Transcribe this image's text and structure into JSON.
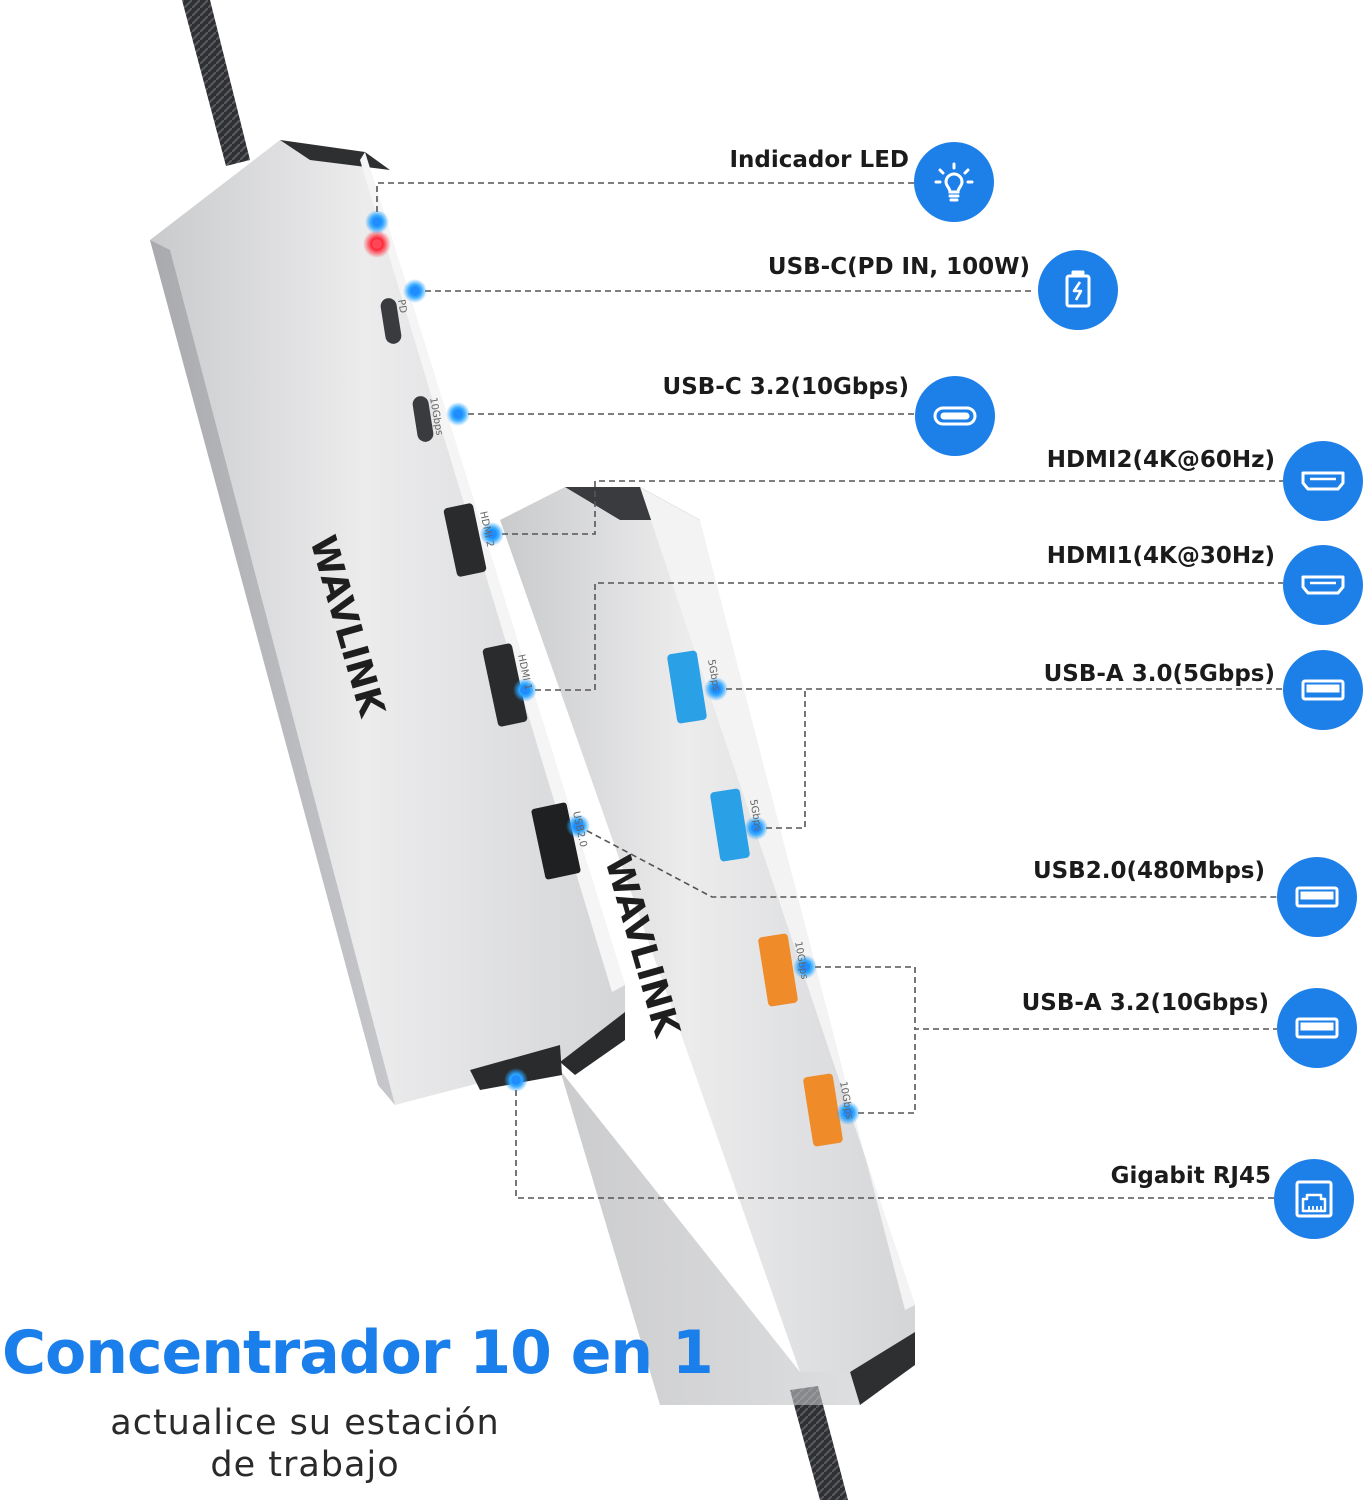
{
  "headline": "Concentrador 10 en 1",
  "subline": {
    "line1": "actualice su estación",
    "line2": "de trabajo"
  },
  "brand": "WAVLINK",
  "port_marks": {
    "pd": "PD",
    "c10": "10Gbps",
    "hdmi2": "HDMI 2",
    "hdmi1": "HDMI 1",
    "usb20": "USB2.0",
    "a5_1": "5Gbps",
    "a5_2": "5Gbps",
    "a10_1": "10Gbps",
    "a10_2": "10Gbps"
  },
  "features": [
    {
      "id": "led",
      "label": "Indicador LED",
      "icon": "lightbulb-icon"
    },
    {
      "id": "pd",
      "label": "USB-C(PD IN, 100W)",
      "icon": "battery-charge-icon"
    },
    {
      "id": "usbc",
      "label": "USB-C 3.2(10Gbps)",
      "icon": "usb-c-icon"
    },
    {
      "id": "hdmi2",
      "label": "HDMI2(4K@60Hz)",
      "icon": "hdmi-icon"
    },
    {
      "id": "hdmi1",
      "label": "HDMI1(4K@30Hz)",
      "icon": "hdmi-icon"
    },
    {
      "id": "usba5",
      "label": "USB-A 3.0(5Gbps)",
      "icon": "usb-a-icon"
    },
    {
      "id": "usb20",
      "label": "USB2.0(480Mbps)",
      "icon": "usb-a-icon"
    },
    {
      "id": "usba10",
      "label": "USB-A 3.2(10Gbps)",
      "icon": "usb-a-icon"
    },
    {
      "id": "rj45",
      "label": "Gigabit RJ45",
      "icon": "ethernet-icon"
    }
  ],
  "colors": {
    "accent": "#1a7fea",
    "icon_bg": "#1d7fe8",
    "led_red": "#ff2233",
    "usb3_blue": "#2aa0e6",
    "usb32_orange": "#f08b2a",
    "aluminium": "#d9dadc"
  }
}
